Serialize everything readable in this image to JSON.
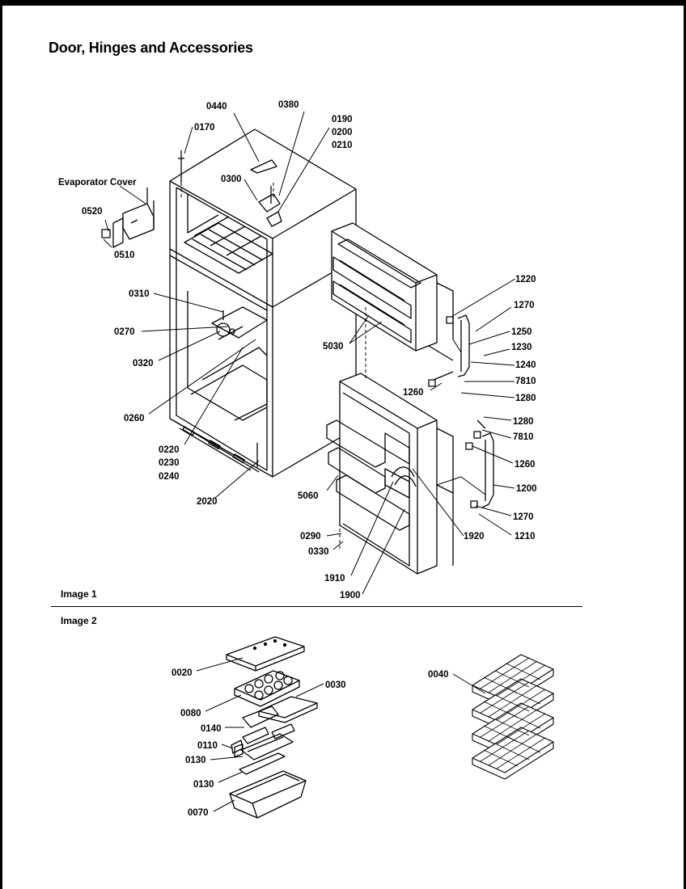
{
  "title": "Door, Hinges and Accessories",
  "image1_label": "Image 1",
  "image2_label": "Image 2",
  "callouts": {
    "c0440": "0440",
    "c0380": "0380",
    "c0190": "0190",
    "c0200": "0200",
    "c0210": "0210",
    "c0170": "0170",
    "evap": "Evaporator Cover",
    "c0300": "0300",
    "c0520": "0520",
    "c0510": "0510",
    "c1220": "1220",
    "c1270a": "1270",
    "c1250": "1250",
    "c1230": "1230",
    "c1240": "1240",
    "c0310": "0310",
    "c0270": "0270",
    "c5030": "5030",
    "c0320": "0320",
    "c7810a": "7810",
    "c1260a": "1260",
    "c1280a": "1280",
    "c0260": "0260",
    "c1280b": "1280",
    "c7810b": "7810",
    "c0220": "0220",
    "c0230": "0230",
    "c0240": "0240",
    "c1260b": "1260",
    "c5060": "5060",
    "c1200": "1200",
    "c2020": "2020",
    "c1270b": "1270",
    "c0290": "0290",
    "c1920": "1920",
    "c1210": "1210",
    "c0330": "0330",
    "c1910": "1910",
    "c1900": "1900",
    "c0020": "0020",
    "c0030": "0030",
    "c0040": "0040",
    "c0080": "0080",
    "c0140": "0140",
    "c0110": "0110",
    "c0130a": "0130",
    "c0130b": "0130",
    "c0070": "0070"
  }
}
